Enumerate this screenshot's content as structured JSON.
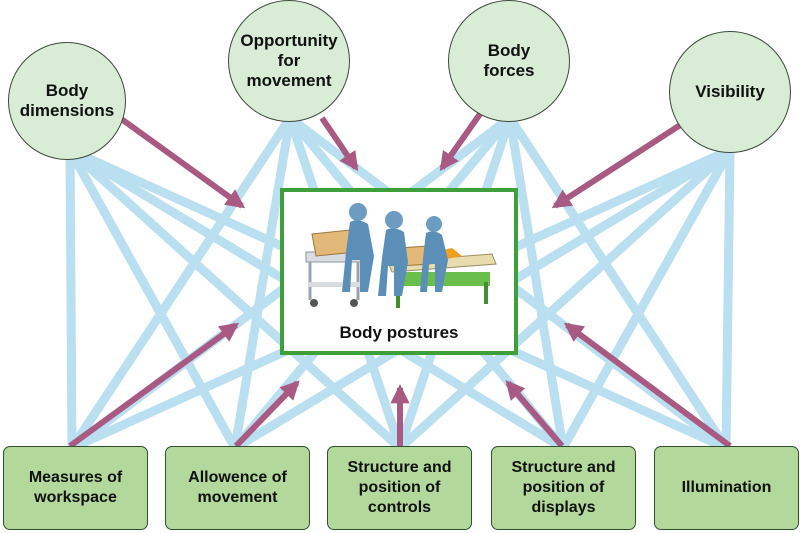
{
  "factors": [
    {
      "id": "body-dimensions",
      "label": "Body\ndimensions"
    },
    {
      "id": "opportunity-for-movement",
      "label": "Opportunity\nfor\nmovement"
    },
    {
      "id": "body-forces",
      "label": "Body\nforces"
    },
    {
      "id": "visibility",
      "label": "Visibility"
    }
  ],
  "workplace_factors": [
    {
      "id": "measures-of-workspace",
      "label": "Measures of\nworkspace"
    },
    {
      "id": "allowence-of-movement",
      "label": "Allowence of\nmovement"
    },
    {
      "id": "structure-position-controls",
      "label": "Structure and\nposition of\ncontrols"
    },
    {
      "id": "structure-position-displays",
      "label": "Structure and\nposition of\ndisplays"
    },
    {
      "id": "illumination",
      "label": "Illumination"
    }
  ],
  "center": {
    "label": "Body postures"
  },
  "colors": {
    "circle_fill": "#d8ecd6",
    "box_fill": "#b3d89c",
    "connector": "#b9dff0",
    "arrow": "#a85a82",
    "center_border": "#3ea03a"
  }
}
